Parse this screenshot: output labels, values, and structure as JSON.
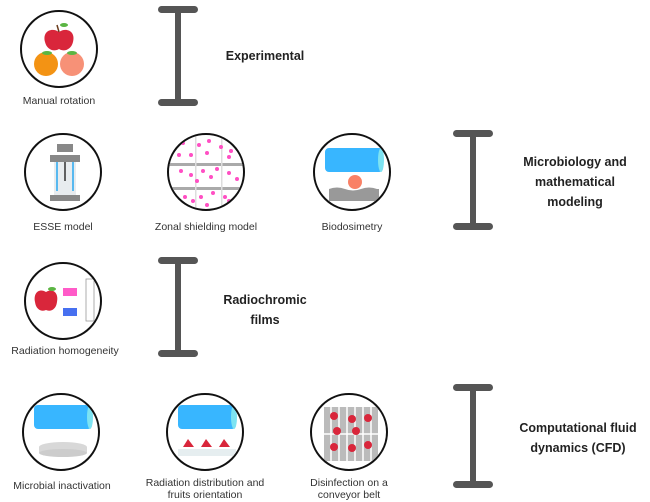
{
  "sections": [
    {
      "label": "Experimental",
      "items": [
        {
          "caption": "Manual rotation",
          "icon": "fruits-icon"
        }
      ]
    },
    {
      "label": "Microbiology and mathematical modeling",
      "label_lines": [
        "Microbiology and",
        "mathematical",
        "modeling"
      ],
      "items": [
        {
          "caption": "ESSE model",
          "icon": "esse-apparatus-icon"
        },
        {
          "caption": "Zonal shielding model",
          "icon": "petri-zones-icon"
        },
        {
          "caption": "Biodosimetry",
          "icon": "uv-lamp-sample-icon"
        }
      ]
    },
    {
      "label": "Radiochromic films",
      "label_lines": [
        "Radiochromic",
        "films"
      ],
      "items": [
        {
          "caption": "Radiation homogeneity",
          "icon": "apple-films-ruler-icon"
        }
      ]
    },
    {
      "label": "Computational fluid dynamics (CFD)",
      "label_lines": [
        "Computational fluid",
        "dynamics (CFD)"
      ],
      "items": [
        {
          "caption": "Microbial inactivation",
          "icon": "uv-lamp-dish-icon"
        },
        {
          "caption_lines": [
            "Radiation distribution and",
            "fruits orientation"
          ],
          "icon": "uv-lamp-strawberries-icon"
        },
        {
          "caption_lines": [
            "Disinfection on a",
            "conveyor belt"
          ],
          "icon": "conveyor-strawberries-icon"
        }
      ]
    }
  ],
  "colors": {
    "bracket": "#555555",
    "lamp": "#38b6ff",
    "fruit_red": "#d9263b",
    "dots": "#ff4fc3"
  }
}
